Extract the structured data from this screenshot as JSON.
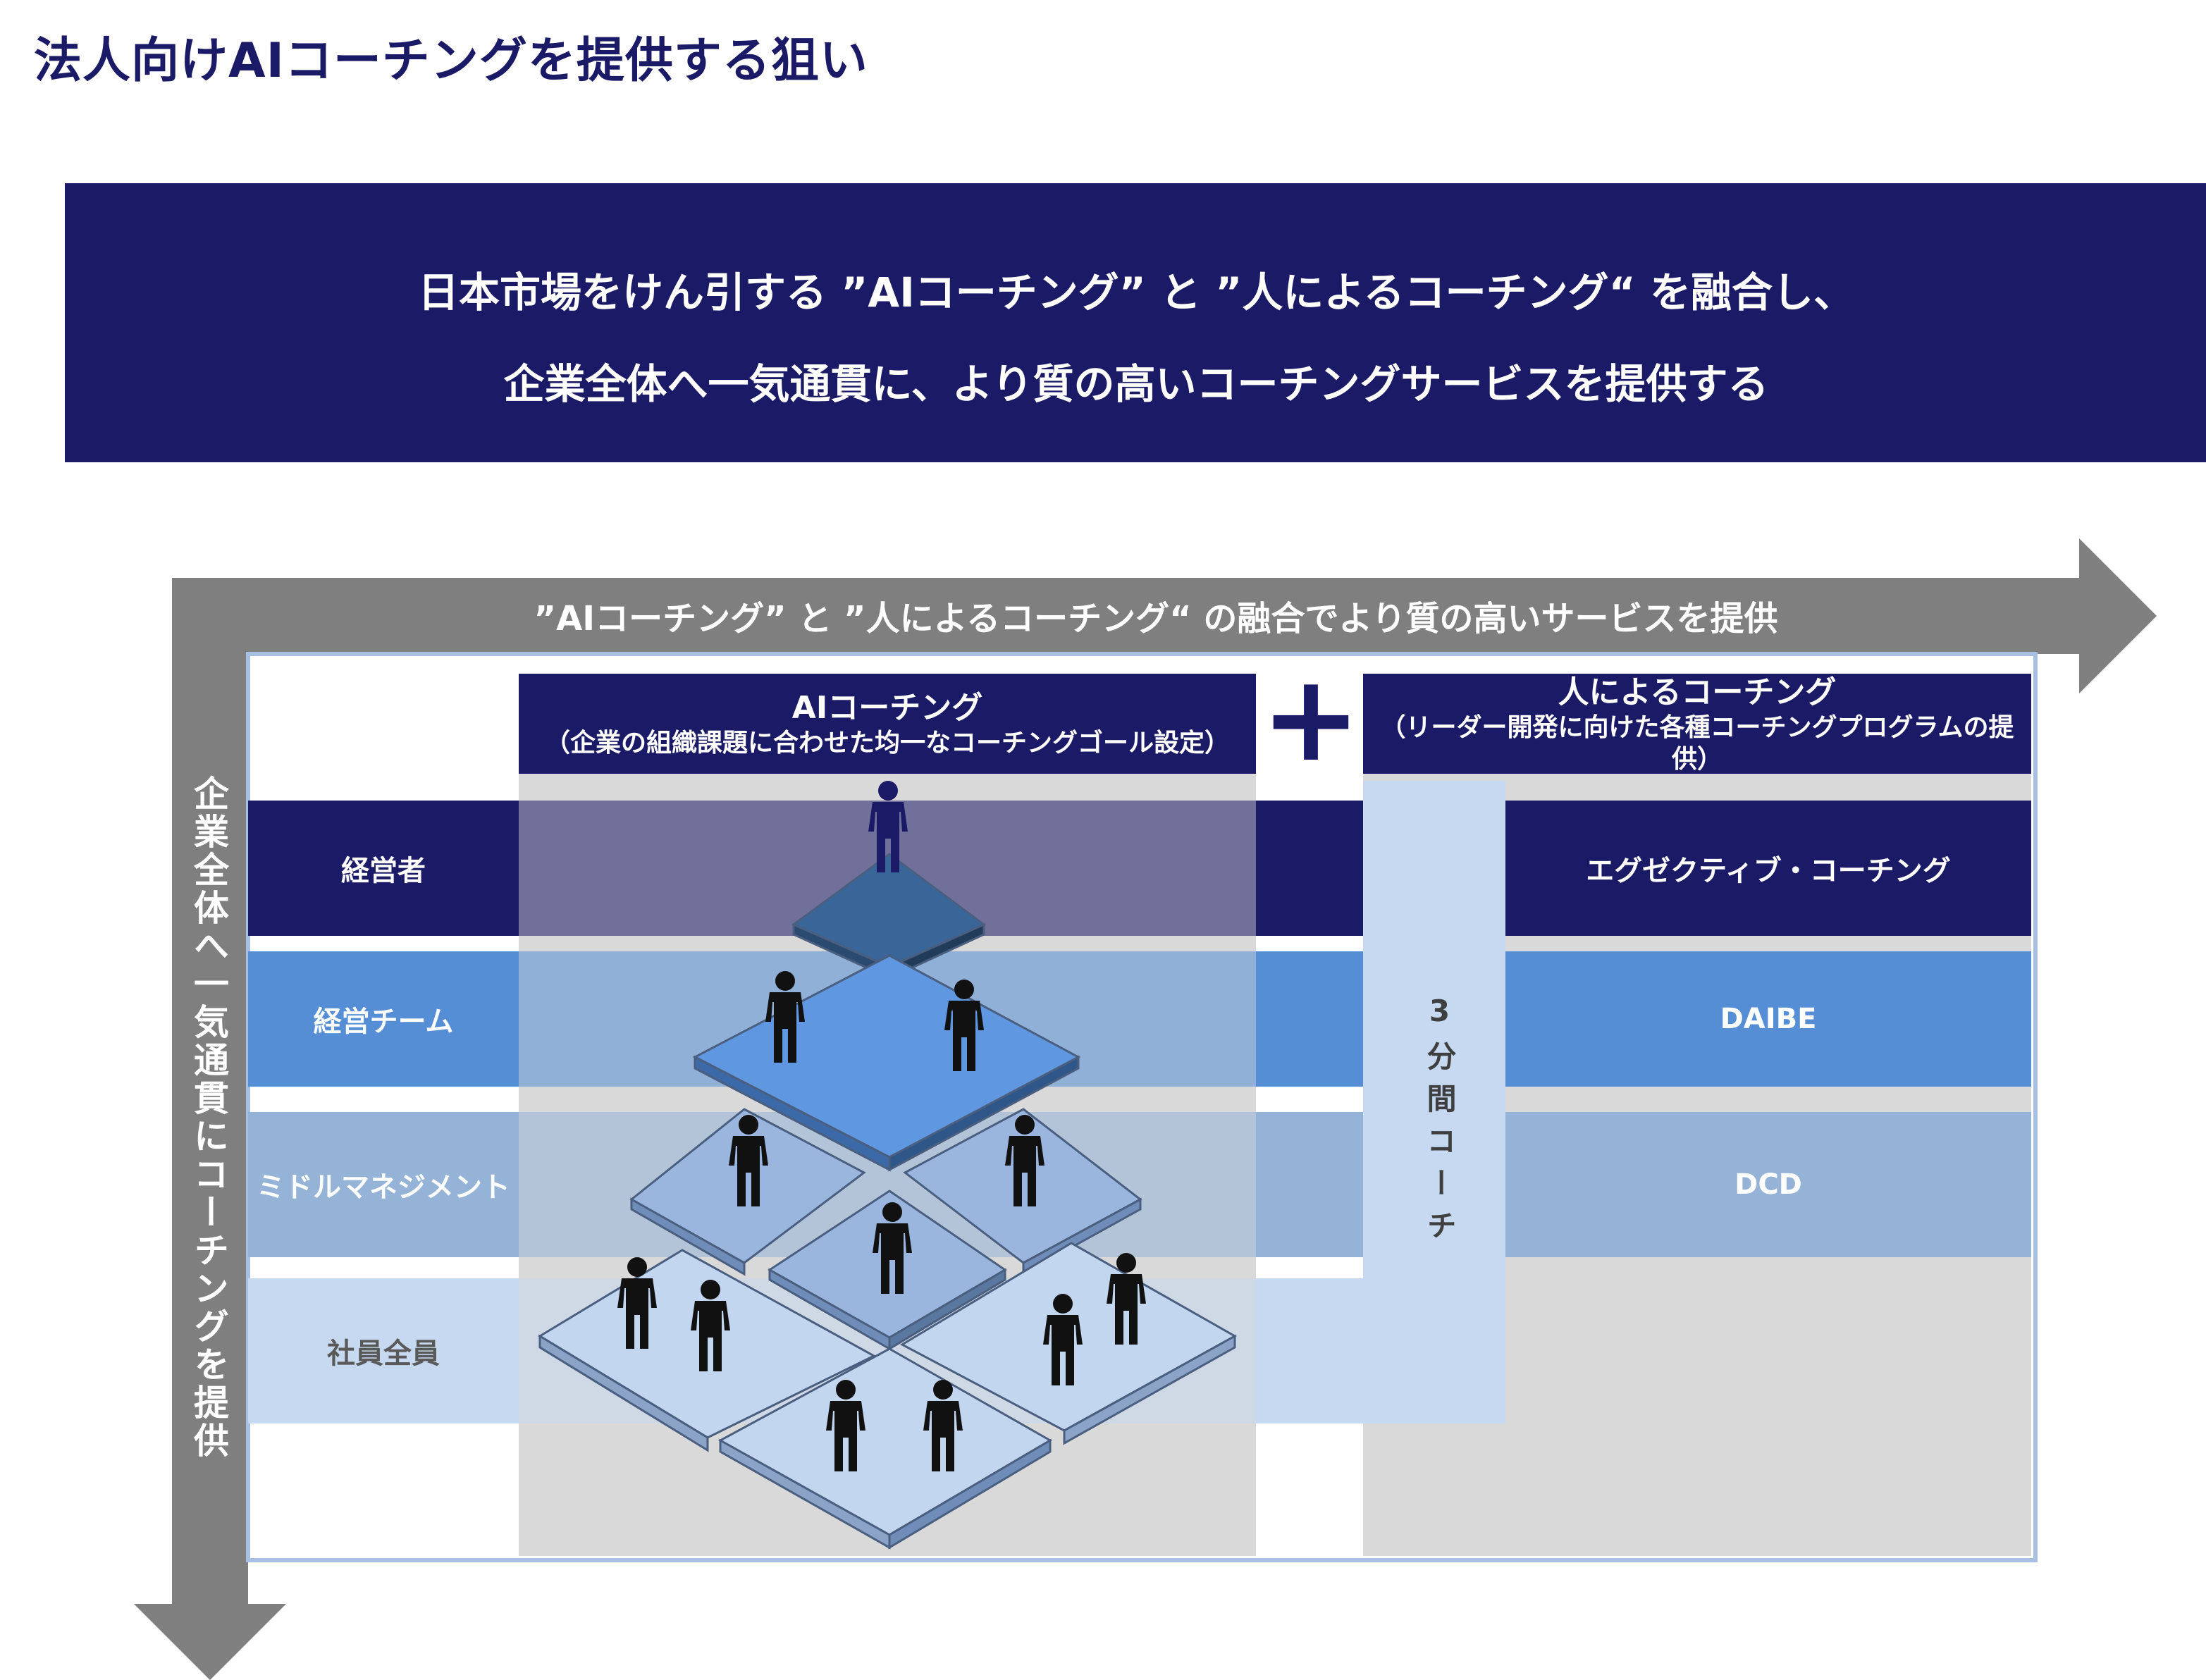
{
  "page": {
    "title": "法人向けAIコーチングを提供する狙い"
  },
  "banner": {
    "line1": "日本市場をけん引する ”AIコーチング” と ”人によるコーチング“ を融合し、",
    "line2": "企業全体へ一気通貫に、より質の高いコーチングサービスを提供する"
  },
  "arrows": {
    "horizontal_label": "”AIコーチング” と ”人によるコーチング“ の融合でより質の高いサービスを提供",
    "vertical_label": "企業全体へ一気通貫にコーチングを提供"
  },
  "columns": {
    "ai": {
      "title": "AIコーチング",
      "subtitle": "（企業の組織課題に合わせた均一なコーチングゴール設定）"
    },
    "plus": "+",
    "human": {
      "title": "人によるコーチング",
      "subtitle": "（リーダー開発に向けた各種コーチングプログラムの提供）"
    }
  },
  "rows": [
    {
      "label": "経営者",
      "program": "エグゼクティブ・コーチング"
    },
    {
      "label": "経営チーム",
      "program": "DAIBE"
    },
    {
      "label": "ミドルマネジメント",
      "program": "DCD"
    },
    {
      "label": "社員全員",
      "program": ""
    }
  ],
  "coach_column_label": "3分間コーチ",
  "colors": {
    "navy": "#1b1a66",
    "mid_blue": "#558ed5",
    "light_blue": "#95b3d7",
    "pale_blue": "#c6d9f1",
    "gray": "#d9d9d9",
    "arrow_gray": "#808080"
  },
  "icons": [
    "person-icon",
    "pyramid-tile",
    "plus-icon"
  ]
}
